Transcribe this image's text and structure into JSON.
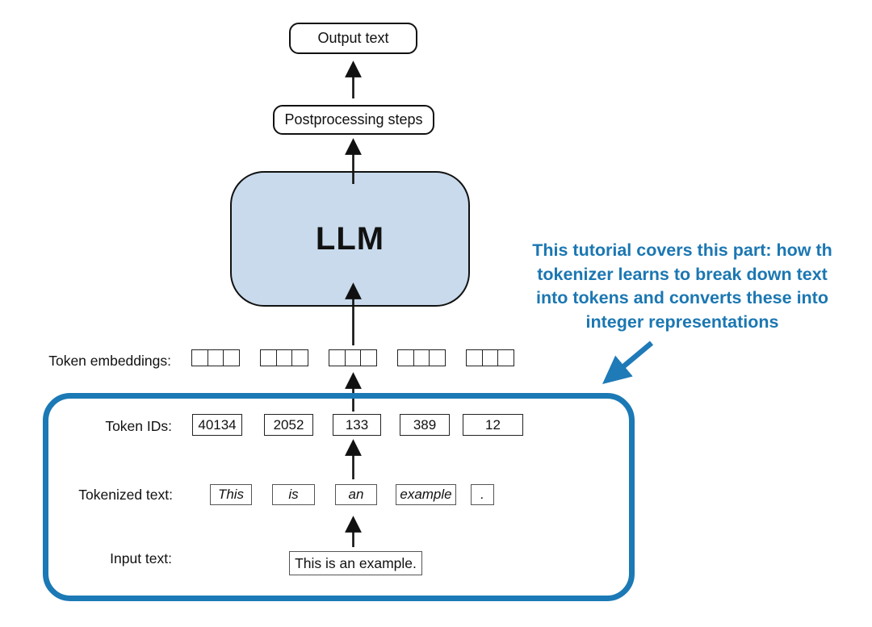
{
  "colors": {
    "blue_border": "#1b79b5",
    "blue_text": "#1b77b2",
    "blue_arrow": "#1f7ab8",
    "llm_fill": "#c8daeb",
    "line_black": "#111111"
  },
  "flow": {
    "output_box": "Output text",
    "postprocessing_box": "Postprocessing steps",
    "llm_box": "LLM"
  },
  "rows": {
    "embeddings": {
      "label": "Token embeddings:",
      "groups": 5,
      "cells_per_group": 3
    },
    "token_ids": {
      "label": "Token IDs:",
      "values": [
        "40134",
        "2052",
        "133",
        "389",
        "12"
      ]
    },
    "tokenized": {
      "label": "Tokenized text:",
      "tokens": [
        "This",
        "is",
        "an",
        "example",
        "."
      ]
    },
    "input": {
      "label": "Input text:",
      "value": "This is an example."
    }
  },
  "annotation": {
    "lines": [
      "This tutorial covers this part: how th",
      "tokenizer learns to break down text",
      "into tokens and converts these into",
      "integer representations"
    ],
    "full_text": "This tutorial covers this part: how th tokenizer learns to break down text into tokens and converts these into integer representations"
  }
}
